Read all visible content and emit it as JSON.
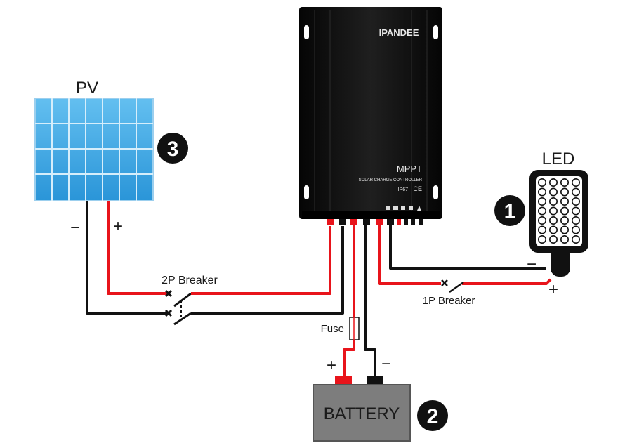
{
  "labels": {
    "pv": "PV",
    "led": "LED",
    "battery": "BATTERY",
    "breaker_2p": "2P Breaker",
    "breaker_1p": "1P Breaker",
    "fuse": "Fuse",
    "plus": "+",
    "minus": "−"
  },
  "controller": {
    "brand": "IPANDEE",
    "model": "MPPT",
    "subtitle": "SOLAR CHARGE CONTROLLER",
    "rating": "IP67",
    "mark": "CE"
  },
  "callouts": {
    "led": "1",
    "battery": "2",
    "pv": "3"
  },
  "colors": {
    "positive_wire": "#e8141b",
    "negative_wire": "#111111",
    "pv_panel": "#3ea9e6",
    "controller_body": "#111111",
    "battery_body": "#7d7d7d"
  },
  "icons": [
    "breaker-2p-icon",
    "breaker-1p-icon",
    "fuse-icon",
    "status-icons"
  ]
}
